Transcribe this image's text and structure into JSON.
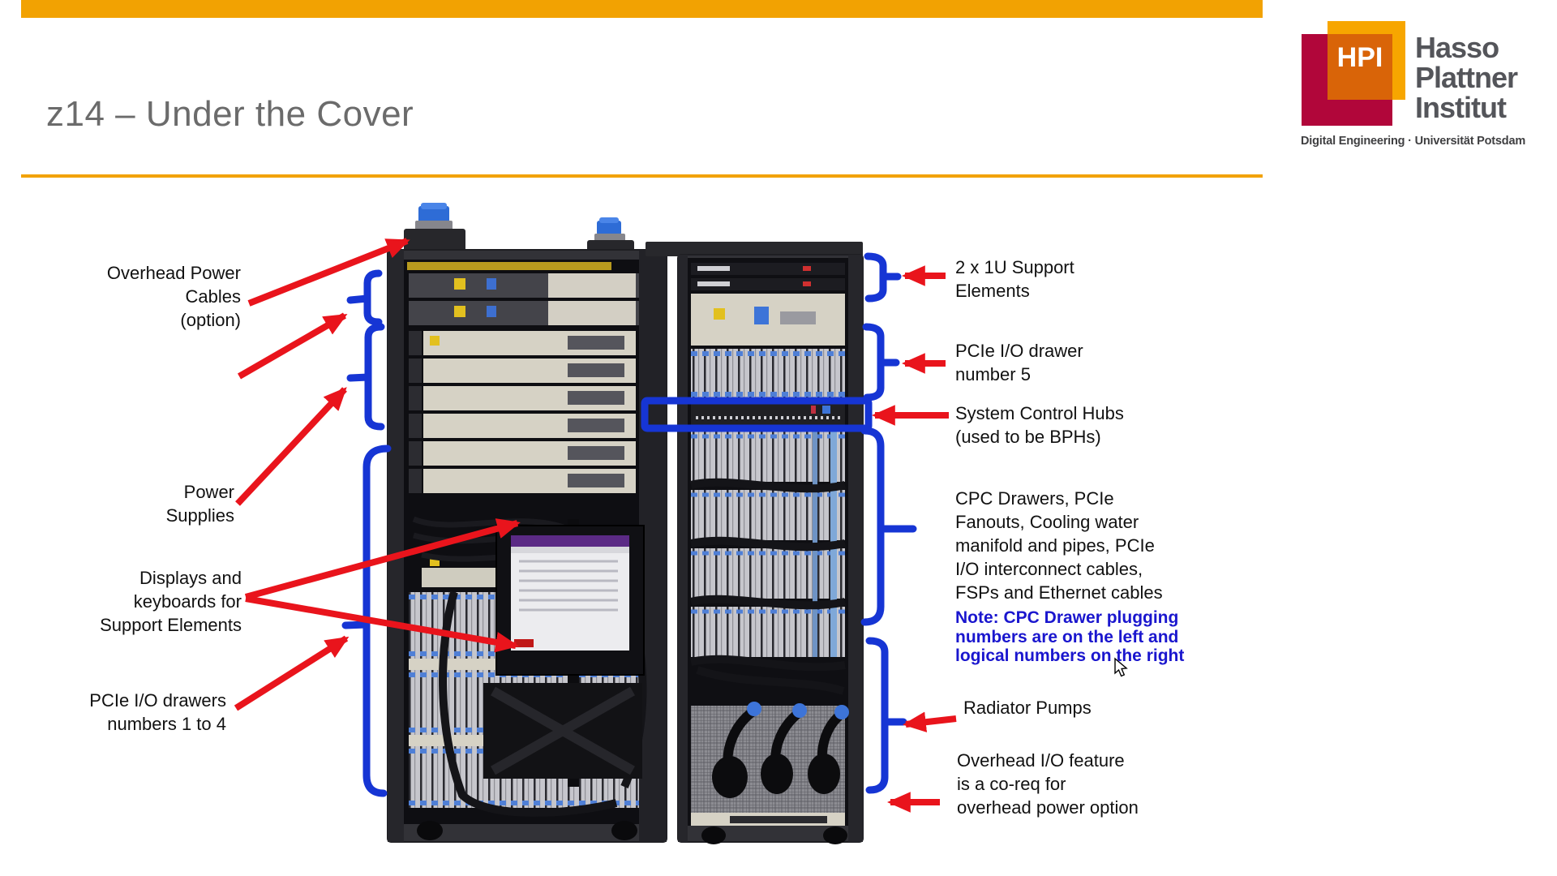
{
  "slide": {
    "title": "z14 – Under the Cover",
    "accent_color": "#F2A202",
    "title_color": "#6B6B6B"
  },
  "logo": {
    "abbr": "HPI",
    "name_lines": "Hasso\nPlattner\nInstitut",
    "subtitle": "Digital Engineering · Universität Potsdam",
    "orange": "#F7A600",
    "crimson": "#B1063A",
    "overlap": "#D96408"
  },
  "annotations": {
    "colors": {
      "arrow_red": "#E9141C",
      "brace_blue": "#1635D4",
      "highlight_box_blue": "#1635D4",
      "note_blue": "#1A16CE",
      "label_color": "#111111"
    },
    "left": [
      {
        "id": "overhead-power-cables",
        "text": "Overhead Power\nCables\n(option)"
      },
      {
        "id": "power-supplies",
        "text": "Power\nSupplies"
      },
      {
        "id": "displays-keyboards",
        "text": "Displays and\nkeyboards for\nSupport Elements"
      },
      {
        "id": "pcie-drawers-1-4",
        "text": "PCIe I/O drawers\nnumbers 1 to 4"
      }
    ],
    "right": [
      {
        "id": "support-elements",
        "text": "2 x 1U Support\nElements"
      },
      {
        "id": "pcie-drawer-5",
        "text": "PCIe I/O drawer\nnumber 5"
      },
      {
        "id": "system-control-hubs",
        "text": "System Control Hubs\n(used to be BPHs)"
      },
      {
        "id": "cpc-drawers",
        "text": "CPC Drawers, PCIe\nFanouts, Cooling water\nmanifold and pipes, PCIe\nI/O interconnect cables,\nFSPs and Ethernet cables"
      },
      {
        "id": "cpc-note",
        "text": "Note: CPC Drawer plugging\nnumbers are on the left and\nlogical numbers on the right"
      },
      {
        "id": "radiator-pumps",
        "text": "Radiator Pumps"
      },
      {
        "id": "overhead-io-feature",
        "text": "Overhead I/O feature\nis a co-req for\noverhead power option"
      }
    ]
  }
}
